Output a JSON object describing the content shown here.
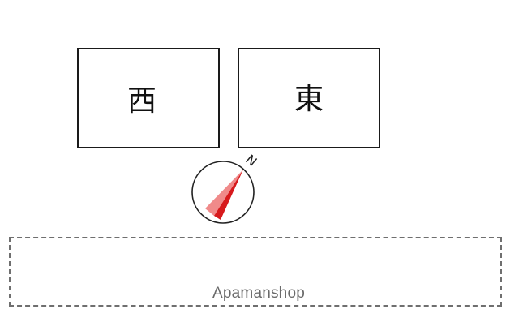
{
  "buildings": {
    "west_label": "西",
    "east_label": "東"
  },
  "compass": {
    "north_label": "N",
    "needle_color": "#d7191c",
    "needle_light_color": "#f08a8a"
  },
  "watermark": {
    "text": "Apamanshop"
  }
}
